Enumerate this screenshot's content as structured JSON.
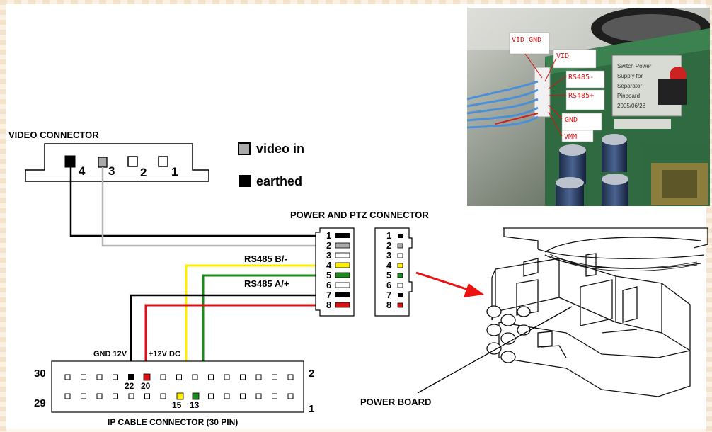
{
  "video_connector": {
    "title": "VIDEO CONNECTOR",
    "pins": [
      "4",
      "3",
      "2",
      "1"
    ],
    "legend": {
      "video_in": "video in",
      "earthed": "earthed"
    }
  },
  "power_ptz": {
    "title": "POWER AND PTZ CONNECTOR",
    "pins": [
      "1",
      "2",
      "3",
      "4",
      "5",
      "6",
      "7",
      "8"
    ],
    "rs485_b": "RS485 B/-",
    "rs485_a": "RS485 A/+"
  },
  "ip_cable": {
    "title": "IP CABLE CONNECTOR (30 PIN)",
    "corner_labels": {
      "top_left": "30",
      "bottom_left": "29",
      "top_right": "2",
      "bottom_right": "1"
    },
    "pin_labels": {
      "p22": "22",
      "p20": "20",
      "p15": "15",
      "p13": "13"
    },
    "gnd_label": "GND 12V",
    "dc_label": "+12V DC"
  },
  "photo_labels": [
    "VID GND",
    "VID",
    "RS485-",
    "RS485+",
    "GND",
    "VMM"
  ],
  "power_board": "POWER BOARD",
  "colors": {
    "black": "#000000",
    "grey": "#aaaaaa",
    "yellow": "#ffee00",
    "green": "#1a8a1a",
    "red": "#dd1111",
    "arrow": "#ee1111"
  }
}
